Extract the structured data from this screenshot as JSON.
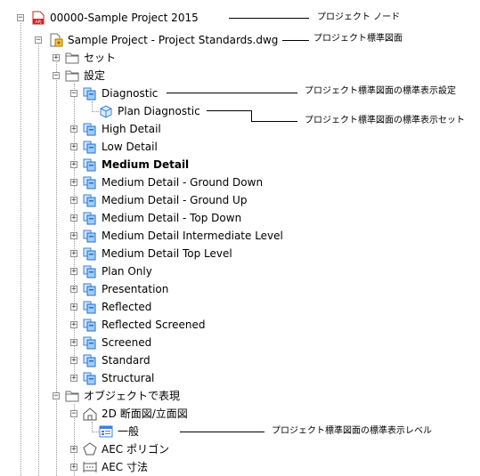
{
  "tree": {
    "root": "00000-Sample Project 2015",
    "standards_file": "Sample Project - Project Standards.dwg",
    "sets": "セット",
    "settings": "設定",
    "diagnostic": "Diagnostic",
    "plan_diagnostic": "Plan Diagnostic",
    "configs": [
      "High Detail",
      "Low Detail",
      "Medium Detail",
      "Medium Detail - Ground Down",
      "Medium Detail - Ground Up",
      "Medium Detail - Top Down",
      "Medium Detail Intermediate Level",
      "Medium Detail Top Level",
      "Plan Only",
      "Presentation",
      "Reflected",
      "Reflected Screened",
      "Screened",
      "Standard",
      "Structural"
    ],
    "object_display": "オブジェクトで表現",
    "section_elevation": "2D 断面図/立面図",
    "general": "一般",
    "aec_polygon": "AEC ポリゴン",
    "aec_dimension": "AEC 寸法"
  },
  "annotations": {
    "project_node": "プロジェクト ノード",
    "standards_drawing": "プロジェクト標準図面",
    "display_config": "プロジェクト標準図面の標準表示設定",
    "display_set": "プロジェクト標準図面の標準表示セット",
    "display_rep": "プロジェクト標準図面の標準表示レベル"
  },
  "colors": {
    "folder_outline": "#6b6b6b",
    "config_blue": "#3b82d6",
    "config_light": "#cfe6ff",
    "project_red": "#c62828"
  }
}
